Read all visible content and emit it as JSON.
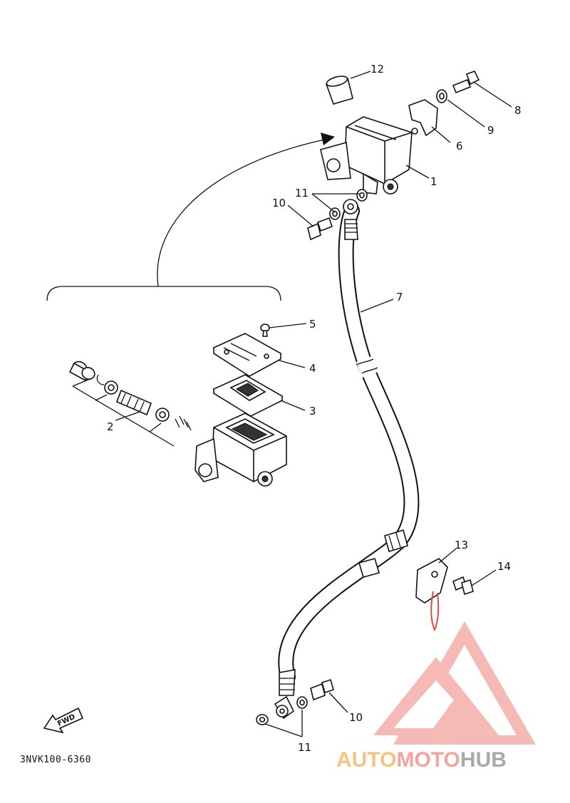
{
  "diagram": {
    "callouts": [
      {
        "id": "c1",
        "text": "1"
      },
      {
        "id": "c2",
        "text": "2"
      },
      {
        "id": "c3",
        "text": "3"
      },
      {
        "id": "c4",
        "text": "4"
      },
      {
        "id": "c5",
        "text": "5"
      },
      {
        "id": "c6",
        "text": "6"
      },
      {
        "id": "c7",
        "text": "7"
      },
      {
        "id": "c8",
        "text": "8"
      },
      {
        "id": "c9",
        "text": "9"
      },
      {
        "id": "c10a",
        "text": "10"
      },
      {
        "id": "c10b",
        "text": "10"
      },
      {
        "id": "c11a",
        "text": "11"
      },
      {
        "id": "c11b",
        "text": "11"
      },
      {
        "id": "c12",
        "text": "12"
      },
      {
        "id": "c13",
        "text": "13"
      },
      {
        "id": "c14",
        "text": "14"
      }
    ],
    "diagram_code": "3NVK100-6360",
    "fwd_label": "FWD"
  },
  "watermark": {
    "part1": "AUTO",
    "part2": "MOTO",
    "part3": "HUB"
  },
  "colors": {
    "watermark_red": "#f4a49e",
    "watermark_orange": "#f6c37e",
    "watermark_gray": "#a9a9a9"
  }
}
